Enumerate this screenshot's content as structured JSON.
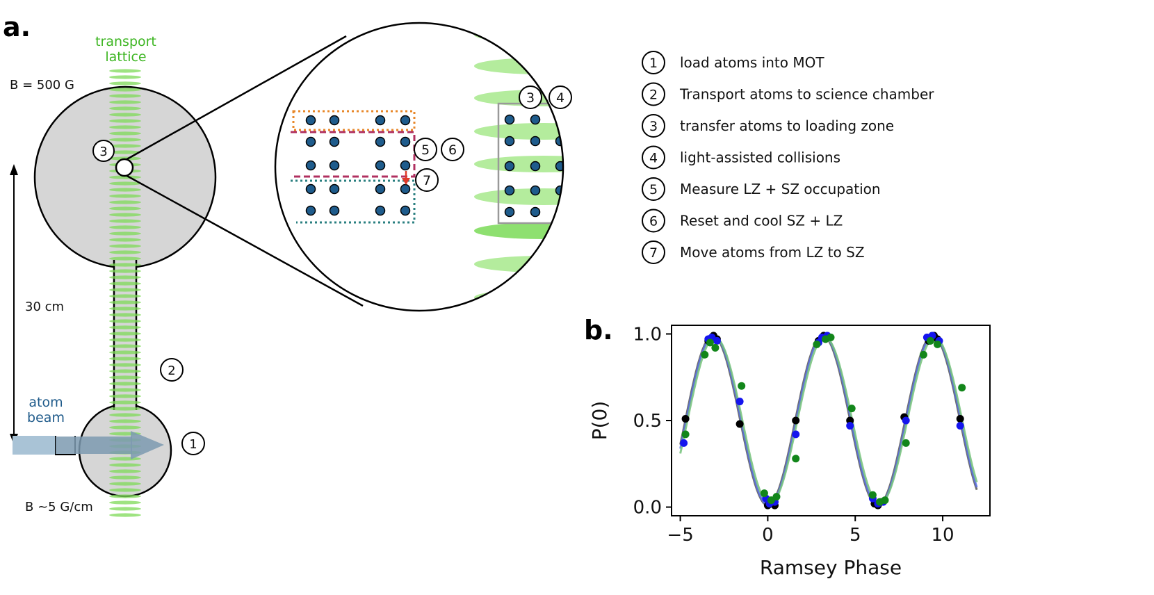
{
  "panel_a_label": "a.",
  "panel_b_label": "b.",
  "diagram": {
    "transport_label_line1": "transport",
    "transport_label_line2": "lattice",
    "field_top": "B = 500 G",
    "distance": "30 cm",
    "atom_beam_line1": "atom",
    "atom_beam_line2": "beam",
    "field_bottom": "B ~5 G/cm",
    "colors": {
      "lattice_green": "#7ed957",
      "chamber_gray": "#d6d6d6",
      "atom_blue": "#1f5c8c",
      "beam_blue": "#8fb2cc",
      "orange_box": "#e8882b",
      "crimson_box": "#b03060",
      "teal_box": "#2a7f80",
      "arrow_red": "#e03a2a",
      "label_green": "#3cb521",
      "label_blue": "#1e5a8a"
    }
  },
  "steps": [
    {
      "num": "1",
      "text": "load atoms into MOT"
    },
    {
      "num": "2",
      "text": "Transport atoms to science chamber"
    },
    {
      "num": "3",
      "text": "transfer atoms to loading zone"
    },
    {
      "num": "4",
      "text": "light-assisted collisions"
    },
    {
      "num": "5",
      "text": "Measure LZ + SZ occupation"
    },
    {
      "num": "6",
      "text": "Reset and cool SZ + LZ"
    },
    {
      "num": "7",
      "text": "Move atoms from LZ to SZ"
    }
  ],
  "chart_data": {
    "type": "scatter",
    "xlabel": "Ramsey Phase",
    "ylabel": "P(0)",
    "xlim": [
      -5.5,
      12.7
    ],
    "ylim": [
      -0.05,
      1.05
    ],
    "xticks": [
      -5,
      0,
      5,
      10
    ],
    "xtick_labels": [
      "−5",
      "0",
      "5",
      "10"
    ],
    "yticks": [
      0.0,
      0.5,
      1.0
    ],
    "ytick_labels": [
      "0.0",
      "0.5",
      "1.0"
    ],
    "series": [
      {
        "color": "#000000",
        "fit_color": "#555555",
        "x": [
          -4.7,
          -3.4,
          -3.1,
          -2.9,
          -1.6,
          0.0,
          0.2,
          0.4,
          1.6,
          2.9,
          3.2,
          3.4,
          4.7,
          6.1,
          6.3,
          6.5,
          7.8,
          9.2,
          9.5,
          9.7,
          11.0
        ],
        "y": [
          0.51,
          0.96,
          0.99,
          0.97,
          0.48,
          0.01,
          0.02,
          0.01,
          0.5,
          0.96,
          0.99,
          0.98,
          0.5,
          0.02,
          0.01,
          0.03,
          0.52,
          0.96,
          0.99,
          0.97,
          0.51
        ]
      },
      {
        "color": "#1515ee",
        "fit_color": "#5a6ee6",
        "x": [
          -4.8,
          -3.4,
          -3.2,
          -2.9,
          -1.6,
          -0.1,
          0.1,
          0.4,
          1.6,
          2.9,
          3.1,
          3.4,
          4.7,
          6.0,
          6.3,
          6.6,
          7.9,
          9.1,
          9.4,
          9.8,
          11.0
        ],
        "y": [
          0.37,
          0.97,
          0.98,
          0.96,
          0.61,
          0.05,
          0.02,
          0.03,
          0.42,
          0.95,
          0.98,
          0.99,
          0.47,
          0.05,
          0.02,
          0.03,
          0.5,
          0.98,
          0.99,
          0.96,
          0.47
        ]
      },
      {
        "color": "#12861a",
        "fit_color": "#74c27a",
        "x": [
          -4.7,
          -3.6,
          -3.3,
          -3.0,
          -1.5,
          -0.2,
          0.2,
          0.5,
          1.6,
          2.8,
          3.3,
          3.6,
          4.8,
          6.0,
          6.4,
          6.7,
          7.9,
          8.9,
          9.3,
          9.7,
          11.1
        ],
        "y": [
          0.42,
          0.88,
          0.95,
          0.92,
          0.7,
          0.08,
          0.04,
          0.06,
          0.28,
          0.94,
          0.97,
          0.98,
          0.57,
          0.07,
          0.03,
          0.04,
          0.37,
          0.88,
          0.96,
          0.94,
          0.69
        ]
      }
    ],
    "fits": [
      {
        "color": "#555555",
        "amp": 0.49,
        "offset": 0.5,
        "shift": 0.0,
        "x": [
          -5.0,
          12.0
        ]
      },
      {
        "color": "#5a6ee6",
        "amp": 0.49,
        "offset": 0.5,
        "shift": 0.05,
        "x": [
          -5.0,
          12.0
        ]
      },
      {
        "color": "#74c27a",
        "amp": 0.48,
        "offset": 0.5,
        "shift": 0.12,
        "x": [
          -5.0,
          12.0
        ]
      }
    ]
  }
}
